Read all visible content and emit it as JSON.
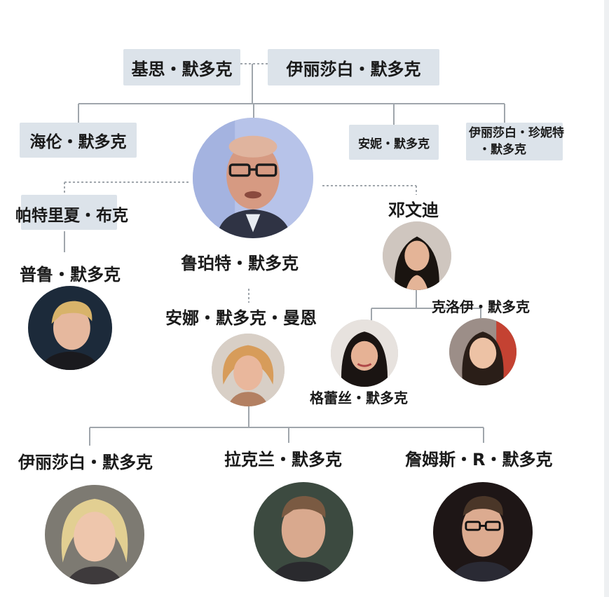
{
  "people": {
    "keith": "基思・默多克",
    "elisabeth_greene": "伊丽莎白・默多克",
    "helen": "海伦・默多克",
    "anne": "安妮・默多克",
    "janet_line1": "伊丽莎白・珍妮特",
    "janet_line2": "・默多克",
    "patricia": "帕特里夏・布克",
    "wendi": "邓文迪",
    "rupert": "鲁珀特・默多克",
    "prudence": "普鲁・默多克",
    "anna": "安娜・默多克・曼恩",
    "chloe": "克洛伊・默多克",
    "grace": "格蕾丝・默多克",
    "elisabeth": "伊丽莎白・默多克",
    "lachlan": "拉克兰・默多克",
    "james": "詹姆斯・R・默多克"
  },
  "colors": {
    "box": "#dce3ea",
    "line": "#9aa0a6",
    "text": "#1a1a1a"
  }
}
